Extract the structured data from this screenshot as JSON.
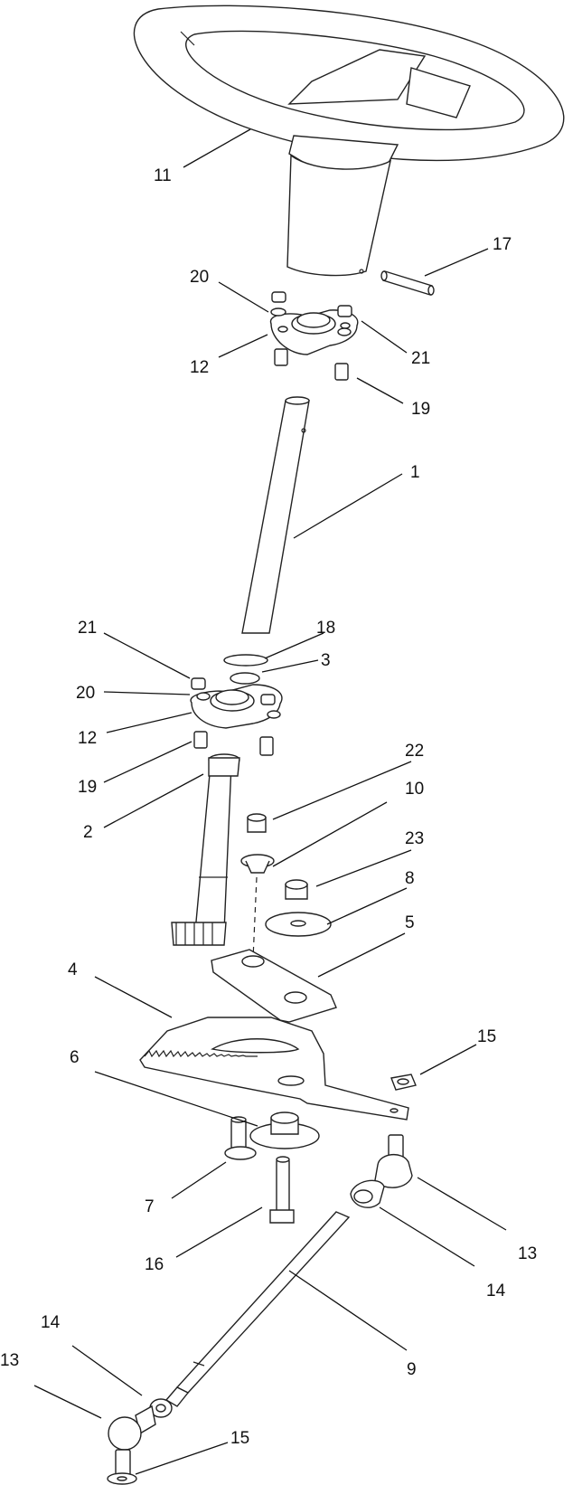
{
  "callouts": [
    {
      "id": "c11a",
      "text": "11"
    },
    {
      "id": "c17",
      "text": "17"
    },
    {
      "id": "c20a",
      "text": "20"
    },
    {
      "id": "c21a",
      "text": "21"
    },
    {
      "id": "c12a",
      "text": "12"
    },
    {
      "id": "c19a",
      "text": "19"
    },
    {
      "id": "c1",
      "text": "1"
    },
    {
      "id": "c18",
      "text": "18"
    },
    {
      "id": "c3",
      "text": "3"
    },
    {
      "id": "c21b",
      "text": "21"
    },
    {
      "id": "c20b",
      "text": "20"
    },
    {
      "id": "c12b",
      "text": "12"
    },
    {
      "id": "c19b",
      "text": "19"
    },
    {
      "id": "c22",
      "text": "22"
    },
    {
      "id": "c10",
      "text": "10"
    },
    {
      "id": "c2",
      "text": "2"
    },
    {
      "id": "c23",
      "text": "23"
    },
    {
      "id": "c8",
      "text": "8"
    },
    {
      "id": "c5",
      "text": "5"
    },
    {
      "id": "c4",
      "text": "4"
    },
    {
      "id": "c15a",
      "text": "15"
    },
    {
      "id": "c6",
      "text": "6"
    },
    {
      "id": "c7",
      "text": "7"
    },
    {
      "id": "c13a",
      "text": "13"
    },
    {
      "id": "c16",
      "text": "16"
    },
    {
      "id": "c14a",
      "text": "14"
    },
    {
      "id": "c14b",
      "text": "14"
    },
    {
      "id": "c9",
      "text": "9"
    },
    {
      "id": "c13b",
      "text": "13"
    },
    {
      "id": "c15b",
      "text": "15"
    }
  ]
}
